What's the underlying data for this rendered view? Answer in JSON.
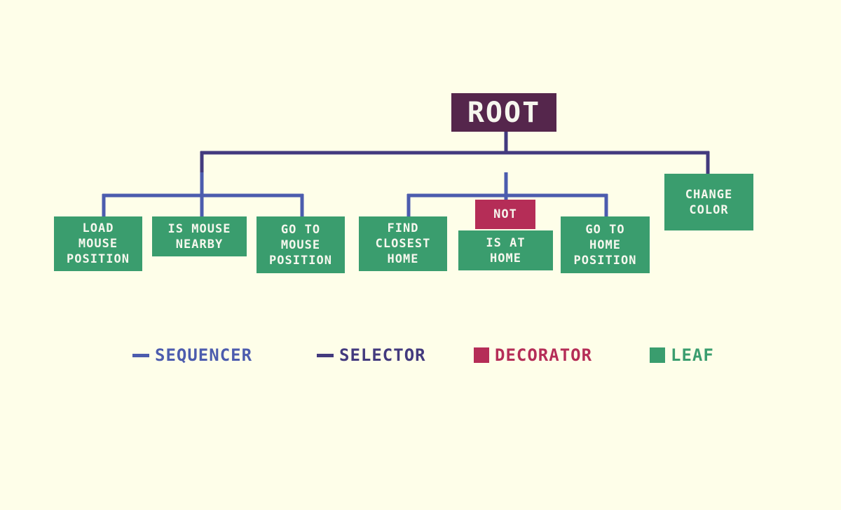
{
  "colors": {
    "background": "#fefee9",
    "sequencer": "#4c5cae",
    "selector": "#433a7e",
    "decorator": "#b52d57",
    "leaf": "#3a9d6e",
    "root": "#55264c",
    "node_text": "#f6f7ee"
  },
  "nodes": {
    "root": "ROOT",
    "load_mouse_position": "LOAD\nMOUSE\nPOSITION",
    "is_mouse_nearby": "IS MOUSE\nNEARBY",
    "go_to_mouse_position": "GO TO\nMOUSE\nPOSITION",
    "find_closest_home": "FIND\nCLOSEST\nHOME",
    "not": "NOT",
    "is_at_home": "IS AT\nHOME",
    "go_to_home_position": "GO TO\nHOME\nPOSITION",
    "change_color": "CHANGE\nCOLOR"
  },
  "legend": {
    "sequencer": "SEQUENCER",
    "selector": "SELECTOR",
    "decorator": "DECORATOR",
    "leaf": "LEAF"
  }
}
